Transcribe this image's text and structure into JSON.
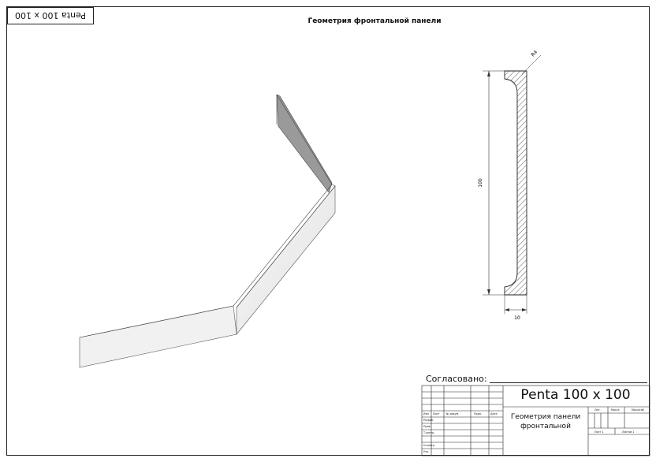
{
  "corner_label": "Penta 100 x 100",
  "sheet_title": "Геометрия фронтальной панели",
  "approval_label": "Согласовано:",
  "title_block": {
    "product_name": "Penta 100 x 100",
    "description": "Геометрия панели фронтальной",
    "row_labels": [
      "Изм",
      "Лист",
      "№ докум.",
      "Подп.",
      "Дата"
    ],
    "role_labels": [
      "Разраб.",
      "Пров.",
      "Т.контр.",
      "Н.контр.",
      "Утв."
    ],
    "right_headers": [
      "Лит.",
      "Масса",
      "Масштаб"
    ],
    "sheet_label": "Лист 1",
    "sheets_label": "Листов 1"
  },
  "dimensions": {
    "height": "100",
    "width": "10",
    "radius": "R4"
  }
}
